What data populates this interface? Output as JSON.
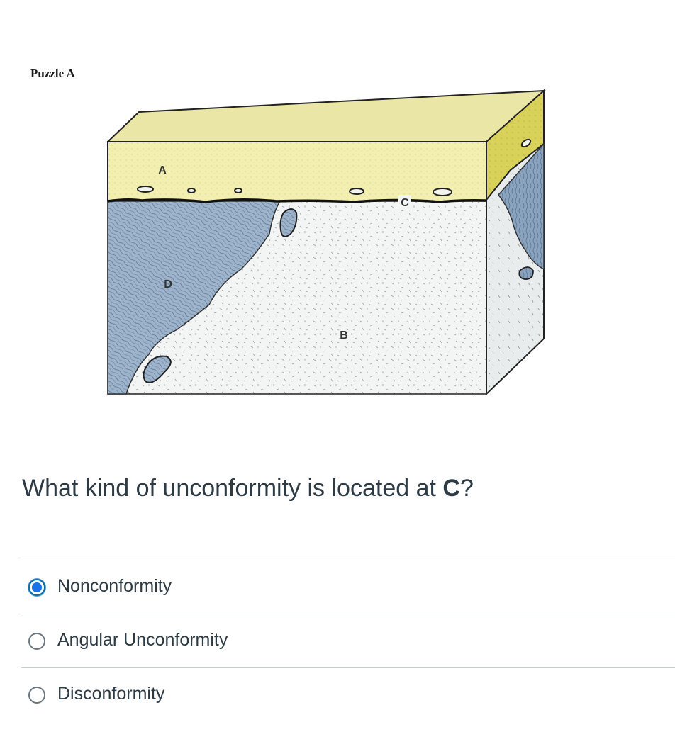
{
  "puzzle": {
    "title": "Puzzle A",
    "labels": {
      "a": "A",
      "b": "B",
      "c": "C",
      "d": "D"
    }
  },
  "question": {
    "prefix": "What kind of unconformity is located at ",
    "emphasis": "C",
    "suffix": "?"
  },
  "answers": [
    {
      "label": "Nonconformity",
      "selected": true
    },
    {
      "label": "Angular Unconformity",
      "selected": false
    },
    {
      "label": "Disconformity",
      "selected": false
    }
  ],
  "colors": {
    "sandstone_top": "#f2efb0",
    "sandstone_side": "#d9d25a",
    "metamorphic": "#9db4cc",
    "granite": "#f3f4f4",
    "selected_radio": "#1a73e8"
  }
}
